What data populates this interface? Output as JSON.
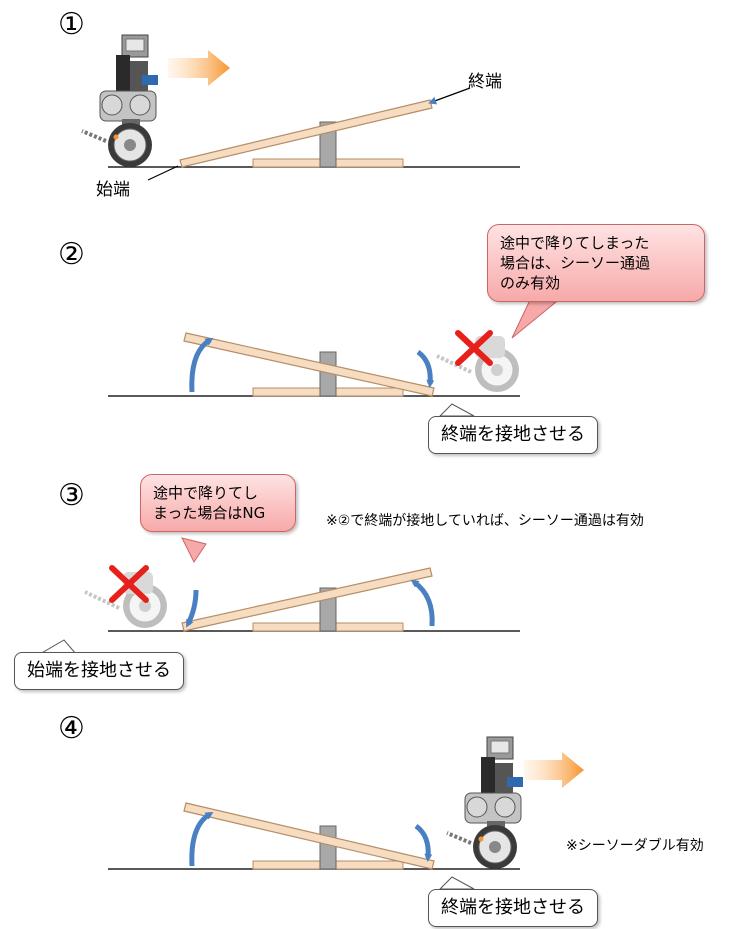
{
  "steps": [
    "①",
    "②",
    "③",
    "④"
  ],
  "labels": {
    "end": "終端",
    "start": "始端"
  },
  "step2": {
    "bubble": [
      "途中で降りてしまった",
      "場合は、シーソー通過",
      "のみ有効"
    ],
    "box": "終端を接地させる"
  },
  "step3": {
    "bubble": [
      "途中で降りてし",
      "まった場合はNG"
    ],
    "note": "※②で終端が接地していれば、シーソー通過は有効",
    "box": "始端を接地させる"
  },
  "step4": {
    "note": "※シーソーダブル有効",
    "box": "終端を接地させる"
  },
  "colors": {
    "plank": "#f6dcc0",
    "plank_edge": "#b78d66",
    "pivot": "#a8a8a8",
    "arrow_blue": "#4a7fc1",
    "arrow_orange": "#f7942e",
    "cross_red": "#e8201c",
    "bubble": "#f7a9a9",
    "ground": "#222222"
  }
}
